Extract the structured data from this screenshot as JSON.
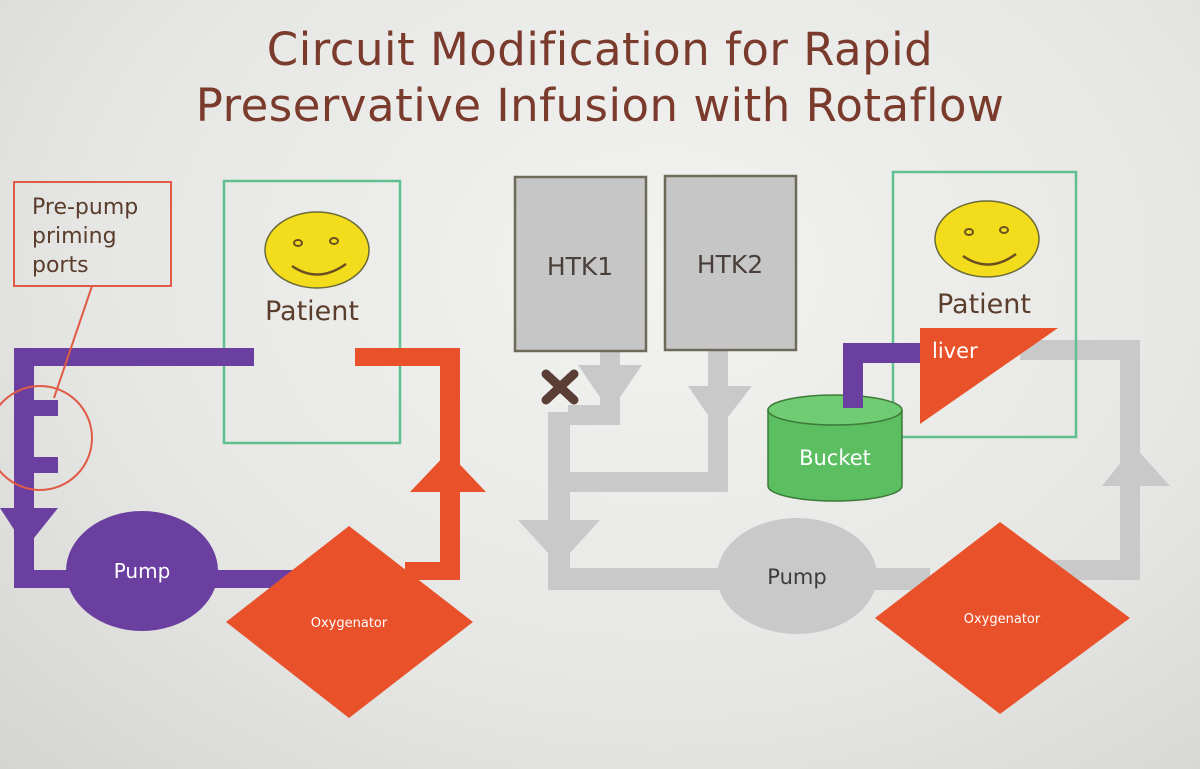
{
  "slide": {
    "title_line1": "Circuit Modification for Rapid",
    "title_line2": "Preservative Infusion with Rotaflow"
  },
  "left_circuit": {
    "callout_line1": "Pre-pump",
    "callout_line2": "priming",
    "callout_line3": "ports",
    "patient_label": "Patient",
    "pump_label": "Pump",
    "oxygenator_label": "Oxygenator"
  },
  "right_circuit": {
    "htk1_label": "HTK1",
    "htk2_label": "HTK2",
    "patient_label": "Patient",
    "liver_label": "liver",
    "bucket_label": "Bucket",
    "pump_label": "Pump",
    "oxygenator_label": "Oxygenator"
  },
  "icons": {
    "patient_face": "smiley-face-icon",
    "clamp": "x-mark-icon"
  },
  "colors": {
    "title": "#7a3a2c",
    "venous_line": "#6b3fa0",
    "arterial_line": "#e8512a",
    "inactive_line": "#c9c9c9",
    "patient_box_border": "#5fbf90",
    "callout_border": "#e05a45",
    "htk_fill": "#c6c6c6",
    "bucket_fill": "#5bbf62",
    "face_fill": "#f2dc1c",
    "clamp": "#5a3e36"
  }
}
